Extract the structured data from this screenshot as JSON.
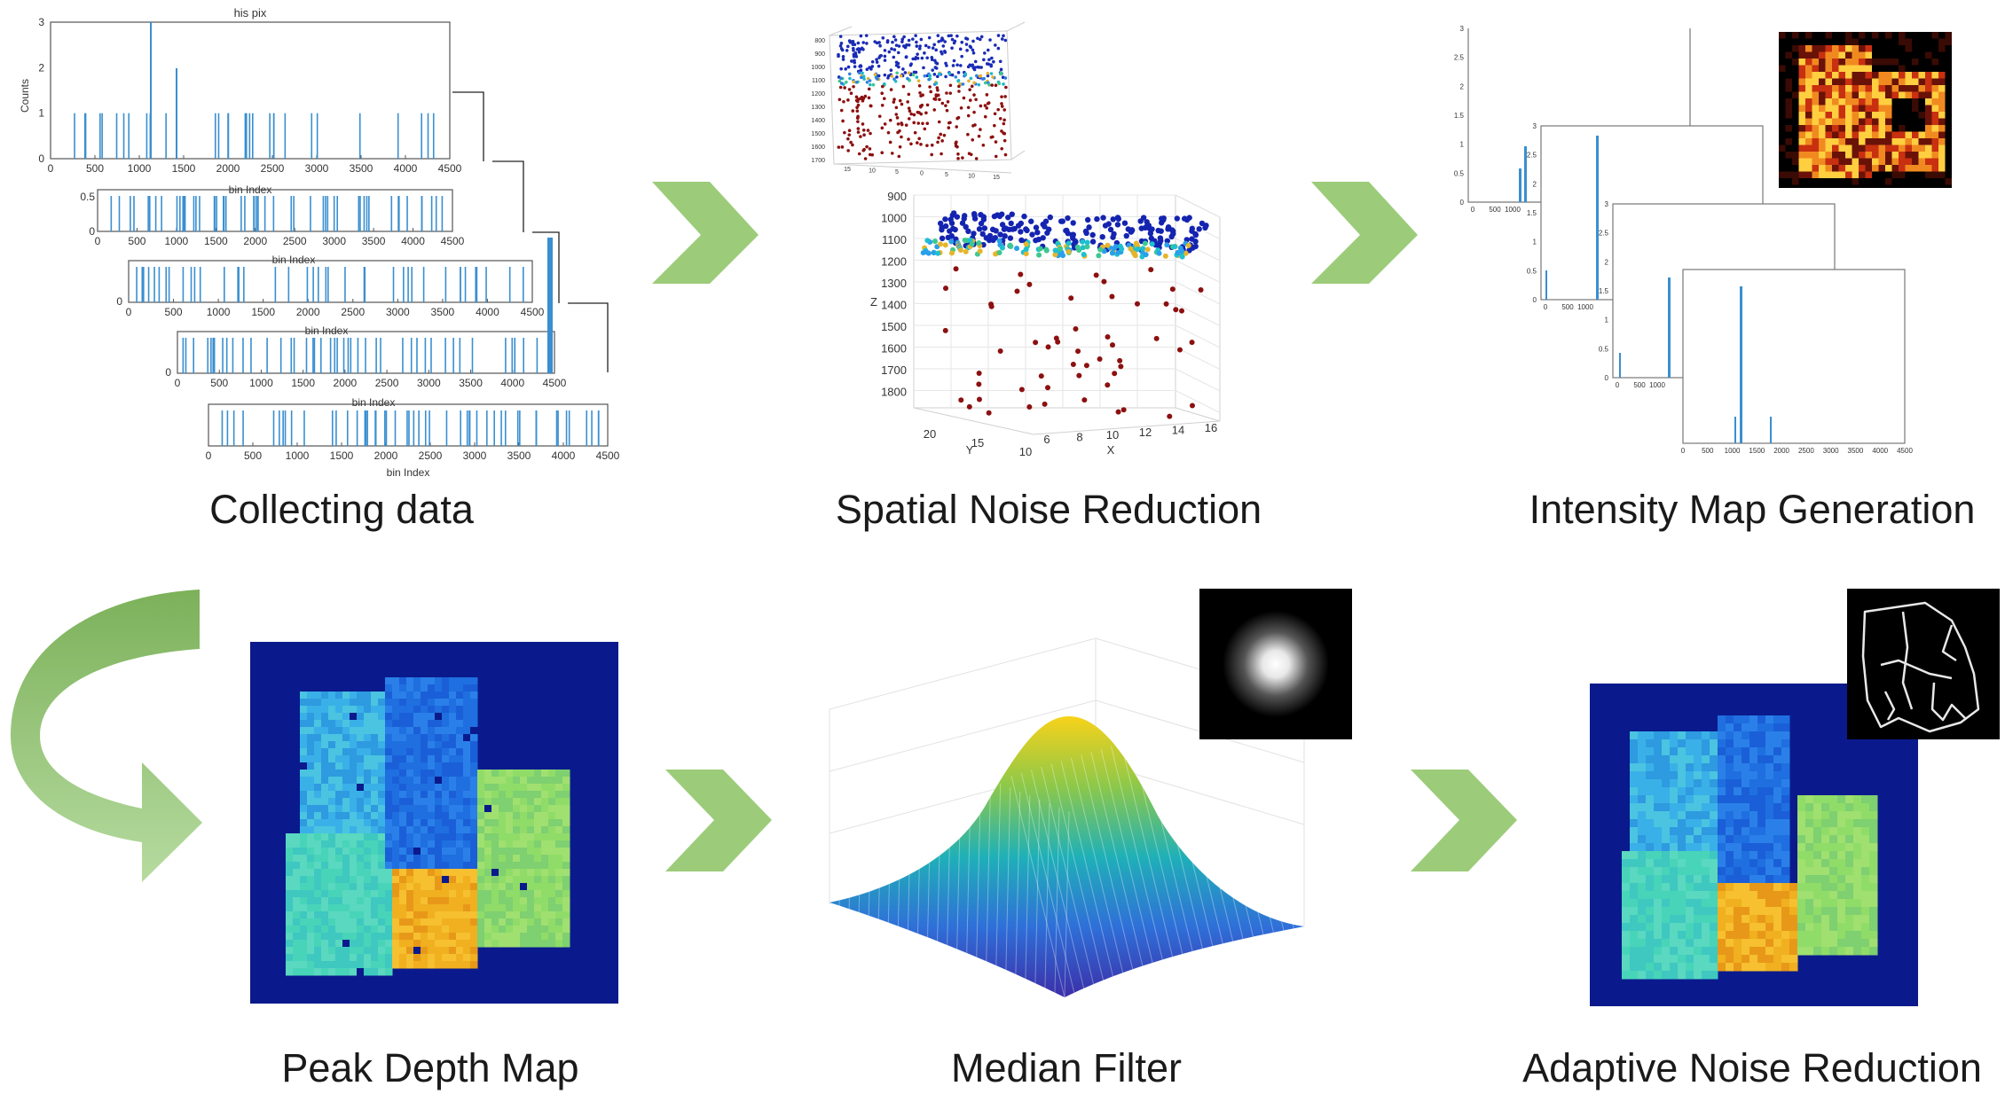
{
  "colors": {
    "arrow": "#9ccc7a",
    "arrow_dark": "#7cb15a",
    "histogram_bar": "#3a8fd0",
    "map_background": "#0a1a8c",
    "text": "#1a1a1a"
  },
  "steps": [
    {
      "label": "Collecting data"
    },
    {
      "label": "Spatial Noise Reduction"
    },
    {
      "label": "Intensity Map Generation"
    },
    {
      "label": "Peak Depth Map"
    },
    {
      "label": "Median Filter"
    },
    {
      "label": "Adaptive Noise Reduction"
    }
  ],
  "histograms": {
    "title": "his pix",
    "ylabel": "Counts",
    "xlabel": "bin Index",
    "x_ticks": [
      "0",
      "500",
      "1000",
      "1500",
      "2000",
      "2500",
      "3000",
      "3500",
      "4000",
      "4500"
    ],
    "first_y_ticks": [
      "0",
      "1",
      "2",
      "3"
    ],
    "second_y_ticks": [
      "0",
      "0.5"
    ],
    "zero_tick": "0"
  },
  "scatter3d": {
    "z_ticks": [
      "900",
      "1000",
      "1100",
      "1200",
      "1300",
      "1400",
      "1500",
      "1600",
      "1700",
      "1800"
    ],
    "x_ticks": [
      "6",
      "8",
      "10",
      "12",
      "14",
      "16"
    ],
    "y_ticks": [
      "20",
      "15",
      "10"
    ],
    "zlabel": "Z",
    "xlabel": "X",
    "ylabel": "Y",
    "small_z_ticks": [
      "800",
      "900",
      "1000",
      "1100",
      "1200",
      "1300",
      "1400",
      "1500",
      "1600",
      "1700"
    ],
    "small_x_ticks": [
      "15",
      "10",
      "5",
      "0",
      "5",
      "10",
      "15"
    ]
  },
  "intensity": {
    "panel1_y_ticks": [
      "0",
      "0.5",
      "1",
      "1.5",
      "2",
      "2.5",
      "3"
    ],
    "panel1_x_ticks": [
      "0",
      "500",
      "1000"
    ],
    "panel2_y_ticks": [
      "0",
      "0.5",
      "1",
      "1.5",
      "2",
      "2.5",
      "3"
    ],
    "panel2_x_ticks": [
      "0",
      "500",
      "1000"
    ],
    "panel3_y_ticks": [
      "0",
      "0.5",
      "1",
      "1.5",
      "2",
      "2.5",
      "3"
    ],
    "panel3_x_ticks": [
      "0",
      "500",
      "1000"
    ],
    "panel4_x_ticks": [
      "0",
      "500",
      "1000",
      "1500",
      "2000",
      "2500",
      "3000",
      "3500",
      "4000",
      "4500"
    ]
  }
}
